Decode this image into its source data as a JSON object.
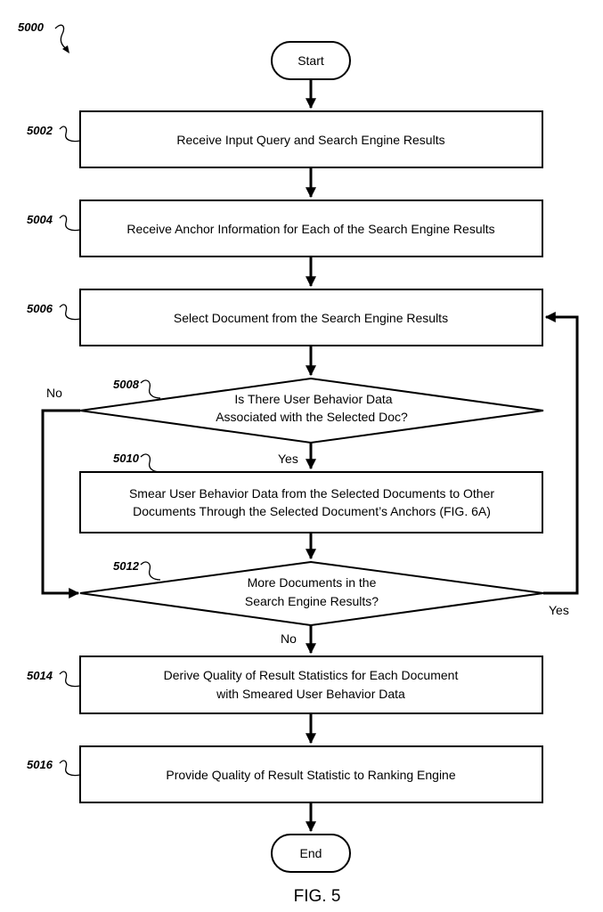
{
  "figure_id": "5000",
  "caption": "FIG. 5",
  "nodes": {
    "start": {
      "text": "Start"
    },
    "s5002": {
      "id": "5002",
      "lines": [
        "Receive Input Query and Search Engine Results"
      ]
    },
    "s5004": {
      "id": "5004",
      "lines": [
        "Receive Anchor Information for Each of the Search Engine Results"
      ]
    },
    "s5006": {
      "id": "5006",
      "lines": [
        "Select Document from the Search Engine Results"
      ]
    },
    "d5008": {
      "id": "5008",
      "lines": [
        "Is There User Behavior Data",
        "Associated with the Selected Doc?"
      ]
    },
    "s5010": {
      "id": "5010",
      "lines": [
        "Smear User Behavior Data from the Selected Documents to Other",
        "Documents Through the Selected Document’s Anchors (FIG. 6A)"
      ]
    },
    "d5012": {
      "id": "5012",
      "lines": [
        "More Documents in the",
        "Search Engine Results?"
      ]
    },
    "s5014": {
      "id": "5014",
      "lines": [
        "Derive Quality of Result Statistics for Each Document",
        "with Smeared User Behavior Data"
      ]
    },
    "s5016": {
      "id": "5016",
      "lines": [
        "Provide Quality of Result Statistic to Ranking Engine"
      ]
    },
    "end": {
      "text": "End"
    }
  },
  "edge_labels": {
    "d5008_no": "No",
    "d5008_yes": "Yes",
    "d5012_yes": "Yes",
    "d5012_no": "No"
  }
}
